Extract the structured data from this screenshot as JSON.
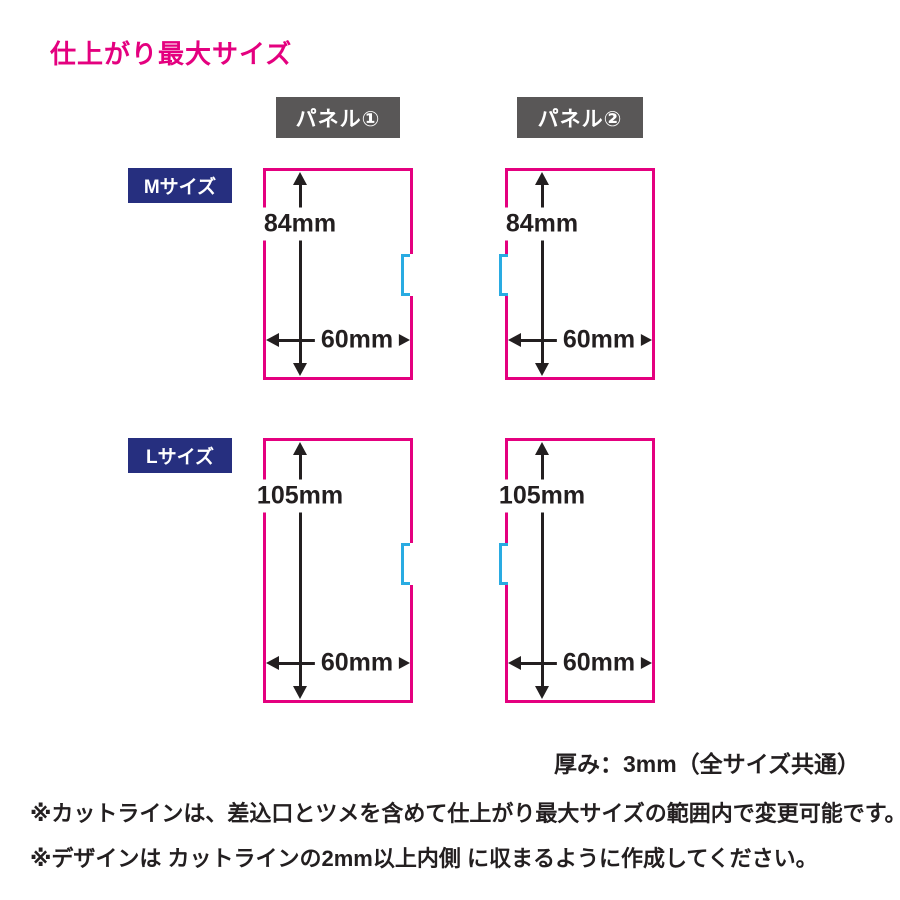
{
  "title": "仕上がり最大サイズ",
  "panel_headers": {
    "panel1": "パネル①",
    "panel2": "パネル②"
  },
  "rows": {
    "m": {
      "size_label": "Mサイズ",
      "height": "84mm",
      "width": "60mm"
    },
    "l": {
      "size_label": "Lサイズ",
      "height": "105mm",
      "width": "60mm"
    }
  },
  "thickness_note": "厚み：3mm（全サイズ共通）",
  "notes": {
    "line1": "※カットラインは、差込口とツメを含めて仕上がり最大サイズの範囲内で変更可能です。",
    "line2": "※デザインは カットラインの2mm以上内側 に収まるように作成してください。"
  },
  "colors": {
    "magenta": "#e4007f",
    "navy": "#262f7f",
    "header_gray": "#595757",
    "cyan": "#29abe2",
    "text": "#231f20"
  }
}
